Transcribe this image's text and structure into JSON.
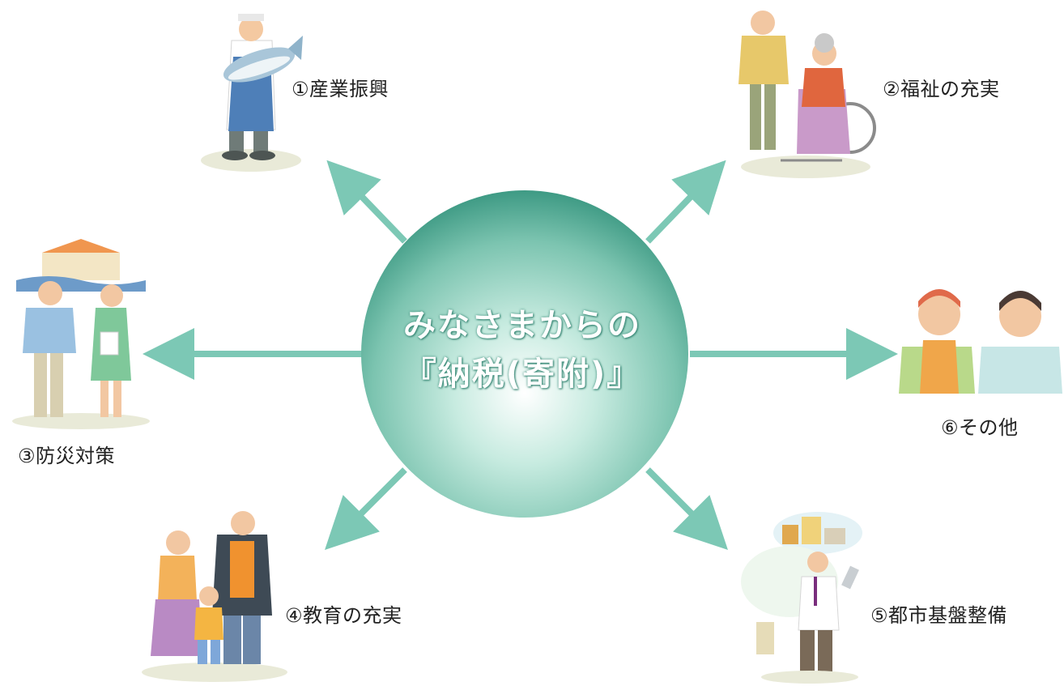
{
  "center": {
    "line1": "みなさまからの",
    "line2": "『納税(寄附)』"
  },
  "items": [
    {
      "label": "①産業振興"
    },
    {
      "label": "②福祉の充実"
    },
    {
      "label": "③防災対策"
    },
    {
      "label": "④教育の充実"
    },
    {
      "label": "⑤都市基盤整備"
    },
    {
      "label": "⑥その他"
    }
  ],
  "colors": {
    "arrow": "#7cc8b5",
    "sphere_light": "#ffffff",
    "sphere_mid": "#9fd6c4",
    "sphere_dark": "#2f8f78"
  }
}
